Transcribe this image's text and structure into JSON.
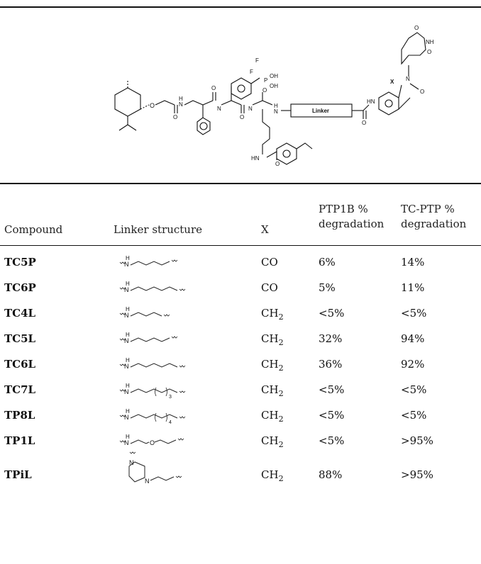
{
  "scheme": {
    "linker_box": "Linker",
    "atoms": {
      "F": "F",
      "P": "P",
      "O": "O",
      "OH": "OH",
      "NH": "NH",
      "H": "H",
      "N": "N",
      "X": "X",
      "HN": "HN"
    }
  },
  "table": {
    "headers": {
      "compound": "Compound",
      "linker": "Linker structure",
      "x": "X",
      "ptp1b_1": "PTP1B %",
      "ptp1b_2": "degradation",
      "tcptp_1": "TC-PTP %",
      "tcptp_2": "degradation"
    },
    "rows": [
      {
        "compound": "TC5P",
        "x": "CO",
        "x_sub": "",
        "ptp1b": "6%",
        "tcptp": "14%",
        "linker_n": 5,
        "linker_sub": ""
      },
      {
        "compound": "TC6P",
        "x": "CO",
        "x_sub": "",
        "ptp1b": "5%",
        "tcptp": "11%",
        "linker_n": 6,
        "linker_sub": ""
      },
      {
        "compound": "TC4L",
        "x": "CH",
        "x_sub": "2",
        "ptp1b": "<5%",
        "tcptp": "<5%",
        "linker_n": 4,
        "linker_sub": ""
      },
      {
        "compound": "TC5L",
        "x": "CH",
        "x_sub": "2",
        "ptp1b": "32%",
        "tcptp": "94%",
        "linker_n": 5,
        "linker_sub": ""
      },
      {
        "compound": "TC6L",
        "x": "CH",
        "x_sub": "2",
        "ptp1b": "36%",
        "tcptp": "92%",
        "linker_n": 6,
        "linker_sub": ""
      },
      {
        "compound": "TC7L",
        "x": "CH",
        "x_sub": "2",
        "ptp1b": "<5%",
        "tcptp": "<5%",
        "linker_n": 4,
        "linker_sub": "3"
      },
      {
        "compound": "TP8L",
        "x": "CH",
        "x_sub": "2",
        "ptp1b": "<5%",
        "tcptp": "<5%",
        "linker_n": 4,
        "linker_sub": "4"
      },
      {
        "compound": "TP1L",
        "x": "CH",
        "x_sub": "2",
        "ptp1b": "<5%",
        "tcptp": ">95%",
        "linker_n": 0,
        "linker_sub": ""
      },
      {
        "compound": "TPiL",
        "x": "CH",
        "x_sub": "2",
        "ptp1b": "88%",
        "tcptp": ">95%",
        "linker_n": -1,
        "linker_sub": ""
      }
    ]
  }
}
